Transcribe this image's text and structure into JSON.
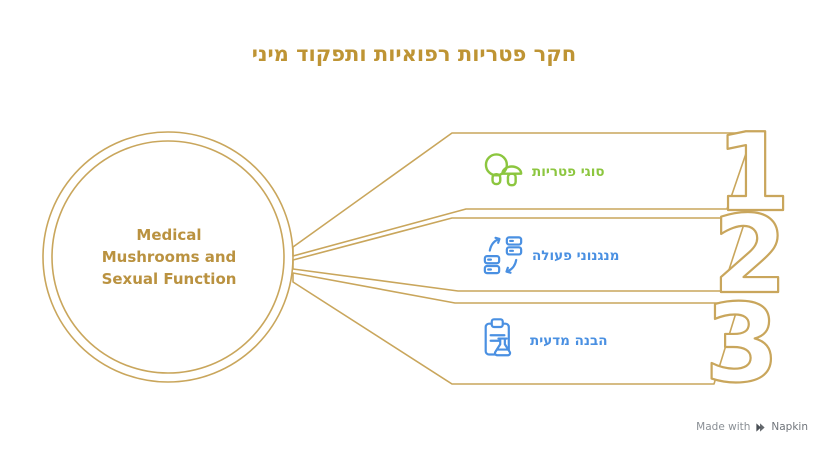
{
  "title": "חקר פטריות רפואיות ותפקוד מיני",
  "circle": {
    "label": "Medical Mushrooms and Sexual Function"
  },
  "branches": [
    {
      "number": "1",
      "label": "סוגי פטריות",
      "icon": "mushrooms-icon",
      "label_color": "#8CC63F"
    },
    {
      "number": "2",
      "label": "מנגנוני פעולה",
      "icon": "process-cycle-icon",
      "label_color": "#4A90E2"
    },
    {
      "number": "3",
      "label": "הבנה מדעית",
      "icon": "clipboard-flask-icon",
      "label_color": "#4A90E2"
    }
  ],
  "watermark": {
    "made_with": "Made with",
    "brand": "Napkin"
  },
  "colors": {
    "gold_line": "#C9A65C",
    "gold_text": "#BE9434",
    "green": "#8CC63F",
    "blue": "#4A90E2",
    "watermark_gray": "#8A8F95"
  }
}
